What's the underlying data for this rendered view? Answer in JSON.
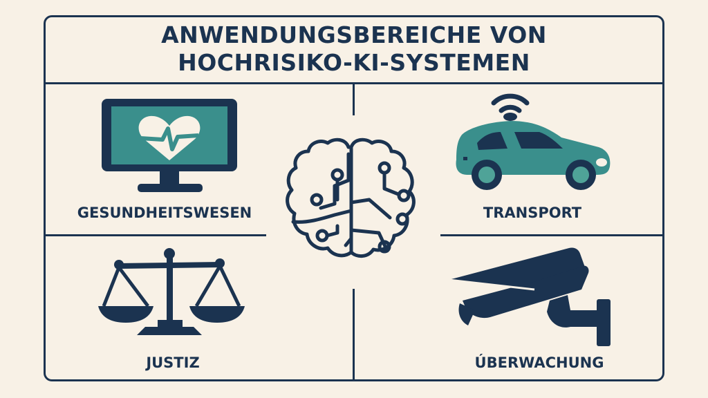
{
  "title": "ANWENDUNGSBEREICHE VON\nHOCHRISIKO-KI-SYSTEMEN",
  "center": {
    "icon": "brain-circuit-icon"
  },
  "quadrants": [
    {
      "label": "GESUNDHEITSWESEN",
      "icon": "monitor-heartbeat-icon"
    },
    {
      "label": "TRANSPORT",
      "icon": "connected-car-icon"
    },
    {
      "label": "JUSTIZ",
      "icon": "scales-of-justice-icon"
    },
    {
      "label": "ÚBERWACHUNG",
      "icon": "surveillance-camera-icon"
    }
  ],
  "colors": {
    "background": "#f8f1e6",
    "navy": "#1b3350",
    "teal": "#3a8f8c"
  }
}
